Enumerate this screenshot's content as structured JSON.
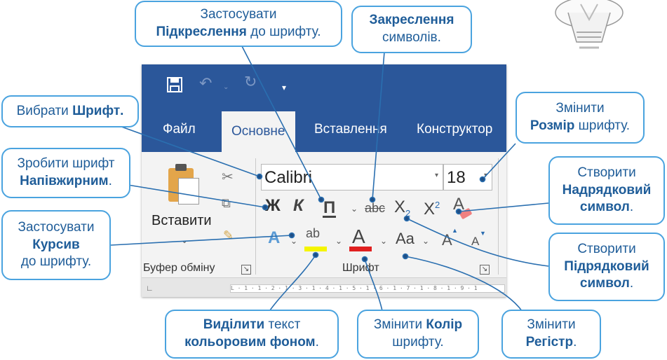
{
  "app": {
    "tabs": [
      {
        "label": "Файл",
        "active": false
      },
      {
        "label": "Основне",
        "active": true
      },
      {
        "label": "Вставлення",
        "active": false
      },
      {
        "label": "Конструктор",
        "active": false
      }
    ],
    "qat_icons": [
      "save-icon",
      "undo-icon",
      "redo-icon",
      "customize-qat-icon"
    ]
  },
  "clipboard": {
    "paste_label": "Вставити",
    "group_label": "Буфер обміну"
  },
  "font": {
    "font_name": "Calibri",
    "font_size": "18",
    "group_label": "Шрифт",
    "buttons": {
      "bold": "Ж",
      "italic": "К",
      "underline": "П",
      "strikethrough": "abc",
      "subscript": "X",
      "subscript_mark": "2",
      "superscript": "X",
      "superscript_mark": "2",
      "clear": "A",
      "text_effects": "A",
      "highlight": "ab",
      "font_color": "A",
      "change_case": "Aa",
      "grow": "A",
      "shrink": "A"
    }
  },
  "ruler": {
    "marks": "L · 1 · 1 · 2 · 1 · 3 · 1 · 4 · 1 · 5 · 1 · 6 · 1 · 7 · 1 · 8 · 1 · 9 · 1"
  },
  "callouts": {
    "underline": {
      "pre": "Застосувати",
      "bold": "Підкреслення",
      "post": "до шрифту."
    },
    "strike": {
      "bold": "Закреслення",
      "post": "символів."
    },
    "font": {
      "pre": "Вибрати",
      "bold": "Шрифт",
      "post": "."
    },
    "size": {
      "pre": "Змінити",
      "bold": "Розмір",
      "post": "шрифту."
    },
    "bold": {
      "pre": "Зробити шрифт",
      "bold": "Напівжирним",
      "post": "."
    },
    "superscript": {
      "pre": "Створити",
      "bold": "Надрядковий",
      "bold2": "символ",
      "post": "."
    },
    "italic": {
      "pre": "Застосувати",
      "bold": "Курсив",
      "post": "до шрифту."
    },
    "subscript": {
      "pre": "Створити",
      "bold": "Підрядковий",
      "bold2": "символ",
      "post": "."
    },
    "highlight": {
      "bold": "Виділити",
      "pre": "текст",
      "bold2": "кольоровим фоном",
      "post": "."
    },
    "color": {
      "pre": "Змінити",
      "bold": "Колір",
      "post": "шрифту."
    },
    "case": {
      "pre": "Змінити",
      "bold": "Регістр",
      "post": "."
    }
  },
  "colors": {
    "ribbon_blue": "#2b579a",
    "callout_border": "#4aa3df",
    "callout_text": "#1f5d99",
    "highlight_yellow": "#f5f500",
    "font_color_red": "#e02020"
  }
}
